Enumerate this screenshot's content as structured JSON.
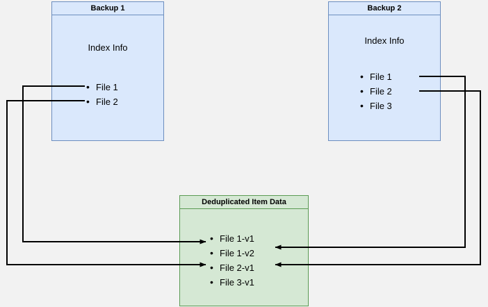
{
  "diagram": {
    "background_color": "#f2f2f2",
    "blue_fill": "#dae8fc",
    "blue_stroke": "#6c8ebf",
    "green_fill": "#d5e8d4",
    "green_stroke": "#5b9b54",
    "arrow_color": "#000000",
    "backup1": {
      "title": "Backup 1",
      "subtitle": "Index Info",
      "files": [
        "File 1",
        "File 2"
      ]
    },
    "backup2": {
      "title": "Backup 2",
      "subtitle": "Index Info",
      "files": [
        "File 1",
        "File 2",
        "File 3"
      ]
    },
    "dedup": {
      "title": "Deduplicated Item Data",
      "items": [
        "File 1-v1",
        "File 1-v2",
        "File 2-v1",
        "File 3-v1"
      ]
    }
  }
}
